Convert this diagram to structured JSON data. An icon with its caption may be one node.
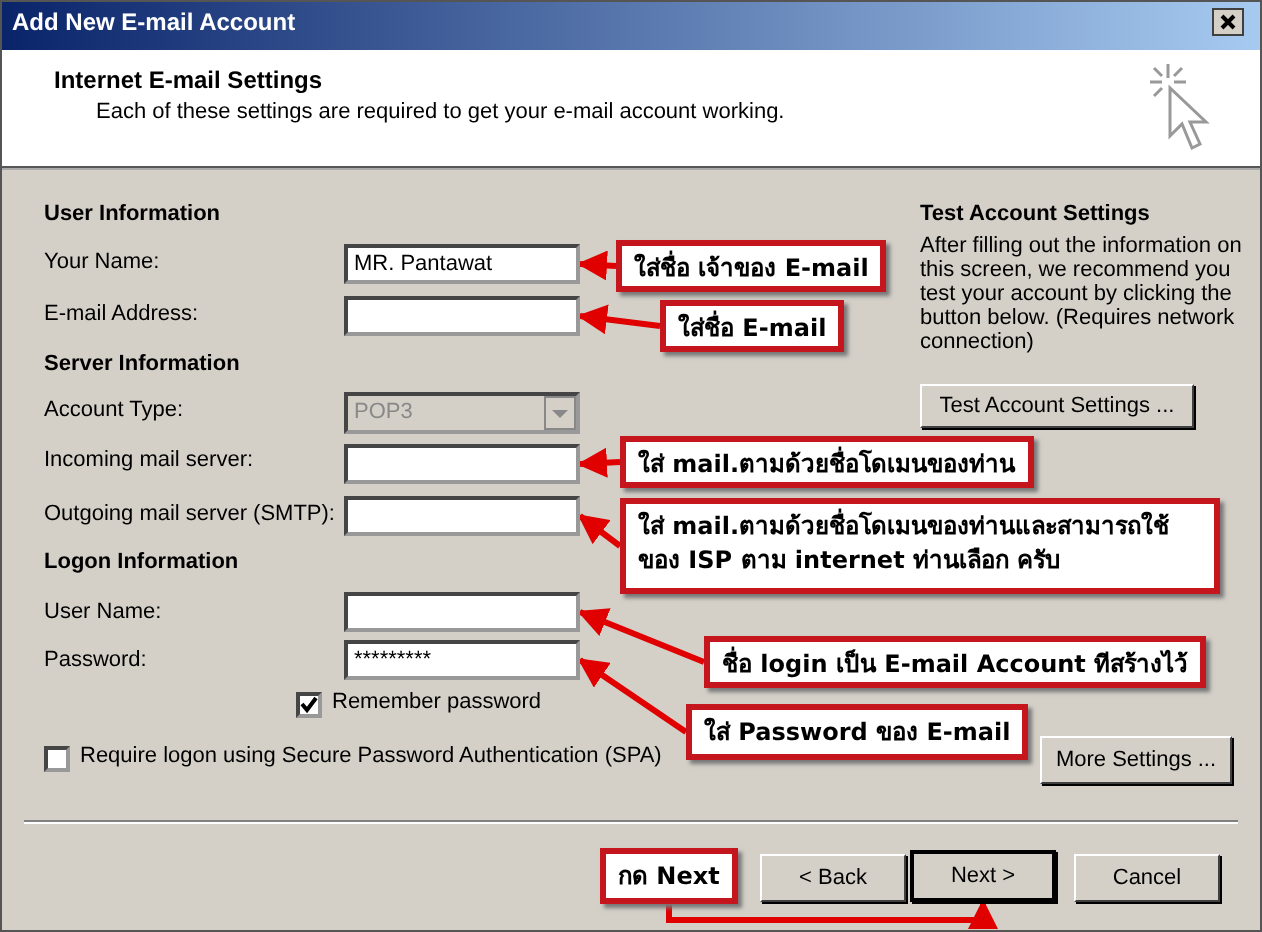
{
  "diagram": {
    "title": "Add New E-mail Account",
    "nodes": [
      {
        "text": [
          "ใส่ชื่อ เจ้าของ E-mail"
        ]
      },
      {
        "text": [
          "MR. Pantawat"
        ]
      },
      {
        "text": [
          "ใส่ชื่อ E-mail"
        ]
      },
      {
        "text": [],
        "shape": "box"
      },
      {
        "text": [
          "ใส่ mail.ตามด้วยชื่อโดเมนของท่าน"
        ]
      },
      {
        "text": [],
        "shape": "box"
      },
      {
        "text": [
          "ใส่ mail.ตามด้วยชื่อโดเมนของท่านและสามารถใช้ของ ISP ตาม internet ท่านเลือก ครับ"
        ]
      },
      {
        "text": [],
        "shape": "box"
      },
      {
        "text": [
          "ชื่อ login เป็น E-mail Account ทีสร้างไว้"
        ]
      },
      {
        "text": [],
        "shape": "box"
      },
      {
        "text": [
          "ใส่ Password ของ E-mail"
        ]
      },
      {
        "text": [
          "*********"
        ]
      },
      {
        "text": [
          "กด Next"
        ]
      },
      {
        "text": [
          "Next >"
        ]
      }
    ],
    "edges": [
      {
        "from": 0,
        "to": 1,
        "arrow": "to"
      },
      {
        "from": 2,
        "to": 3,
        "arrow": "to"
      },
      {
        "from": 4,
        "to": 5,
        "arrow": "to"
      },
      {
        "from": 6,
        "to": 7,
        "arrow": "to"
      },
      {
        "from": 8,
        "to": 9,
        "arrow": "to"
      },
      {
        "from": 10,
        "to": 11,
        "arrow": "to"
      },
      {
        "from": 12,
        "to": 13,
        "arrow": "to"
      }
    ],
    "labels": [
      "Internet E-mail Settings",
      "Each of these settings are required to get your e-mail account working.",
      "User Information",
      "Your Name:",
      "E-mail Address:",
      "Server Information",
      "Account Type:",
      "POP3",
      "Incoming mail server:",
      "Outgoing mail server (SMTP):",
      "Logon Information",
      "User Name:",
      "Password:",
      "Remember password",
      "Require logon using Secure Password Authentication (SPA)",
      "Test Account Settings",
      "After filling out the information on this screen, we recommend you test your account by clicking the button below. (Requires network connection)",
      "Test Account Settings ...",
      "More Settings ...",
      "< Back",
      "Cancel"
    ]
  }
}
